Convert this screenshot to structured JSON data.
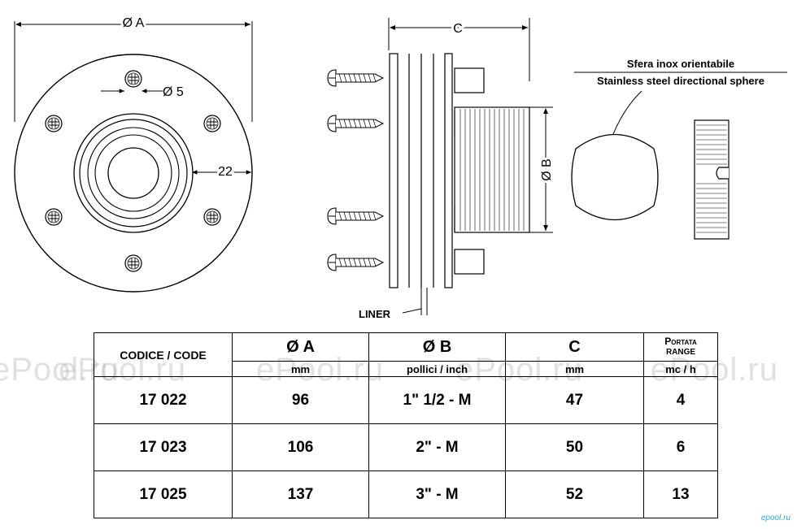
{
  "dimensions": {
    "diam_a": "Ø A",
    "diam_5": "Ø 5",
    "dim_22": "22",
    "dim_c": "C",
    "diam_b": "Ø B"
  },
  "labels": {
    "liner": "LINER",
    "sphere_it": "Sfera inox orientabile",
    "sphere_en": "Stainless steel directional sphere"
  },
  "table": {
    "col_code": "CODICE / CODE",
    "col_a": "Ø A",
    "col_a_unit": "mm",
    "col_b": "Ø B",
    "col_b_unit": "pollici / inch",
    "col_c": "C",
    "col_c_unit": "mm",
    "col_port_1": "Portata",
    "col_port_2": "range",
    "col_port_unit": "mc / h",
    "rows": [
      {
        "code": "17 022",
        "a": "96",
        "b": "1\" 1/2 - M",
        "c": "47",
        "range": "4"
      },
      {
        "code": "17 023",
        "a": "106",
        "b": "2\" - M",
        "c": "50",
        "range": "6"
      },
      {
        "code": "17 025",
        "a": "137",
        "b": "3\" - M",
        "c": "52",
        "range": "13"
      }
    ]
  },
  "watermark": "ePool.ru",
  "corner_mark": "epool.ru"
}
